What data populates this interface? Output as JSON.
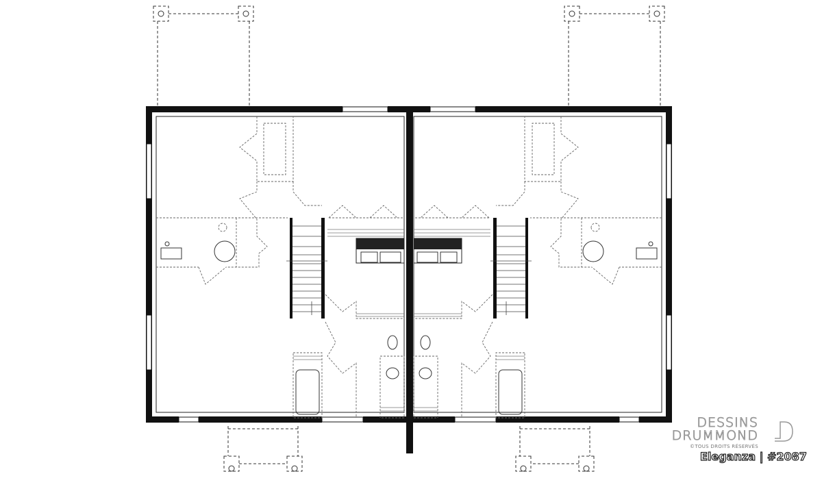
{
  "brand": {
    "line1": "DESSINS",
    "line2": "DRUMMOND",
    "rights": "©TOUS DROITS RÉSERVÉS"
  },
  "model_label": "Eleganza | #2087",
  "colors": {
    "wall": "#111111",
    "line": "#555555",
    "background": "#ffffff"
  }
}
